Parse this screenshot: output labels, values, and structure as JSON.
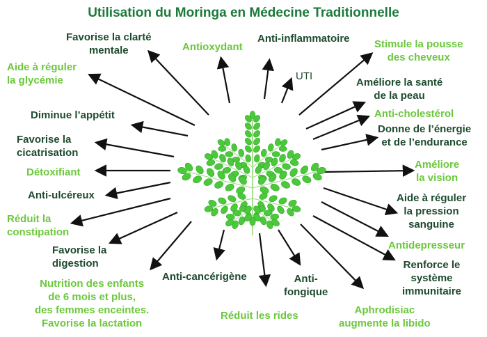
{
  "title": "Utilisation du Moringa en Médecine Traditionnelle",
  "colors": {
    "title": "#1a7a3a",
    "dark_label": "#1e4a2e",
    "light_label": "#6cc83c",
    "arrow": "#111111",
    "leaf": "#4cc93a"
  },
  "labels": {
    "clarte": "Favorise la clarté\nmentale",
    "antioxydant": "Antioxydant",
    "antiinflammatoire": "Anti-inflammatoire",
    "uti": "UTI",
    "pousse": "Stimule la pousse\ndes cheveux",
    "peau": "Améliore la santé\nde la peau",
    "cholesterol": "Anti-cholestérol",
    "energie": "Donne de l’énergie\net de l’endurance",
    "vision": "Améliore\nla vision",
    "pression": "Aide à réguler\nla pression\nsanguine",
    "antidepresseur": "Antidepresseur",
    "immunitaire": "Renforce le\nsystème\nimmunitaire",
    "aphrodisiac": "Aphrodisiac\naugmente la libido",
    "fongique": "Anti-\nfongique",
    "rides": "Réduit les rides",
    "cancer": "Anti-cancérigène",
    "nutrition": "Nutrition des enfants\nde 6 mois et plus,\ndes femmes enceintes.\nFavorise la lactation",
    "digestion": "Favorise la\ndigestion",
    "constipation": "Réduit la\nconstipation",
    "ulcereux": "Anti-ulcéreux",
    "detoxifiant": "Détoxifiant",
    "cicatrisation": "Favorise la\ncicatrisation",
    "appetit": "Diminue l’appétit",
    "glycemie": "Aide à réguler\nla glycémie"
  }
}
